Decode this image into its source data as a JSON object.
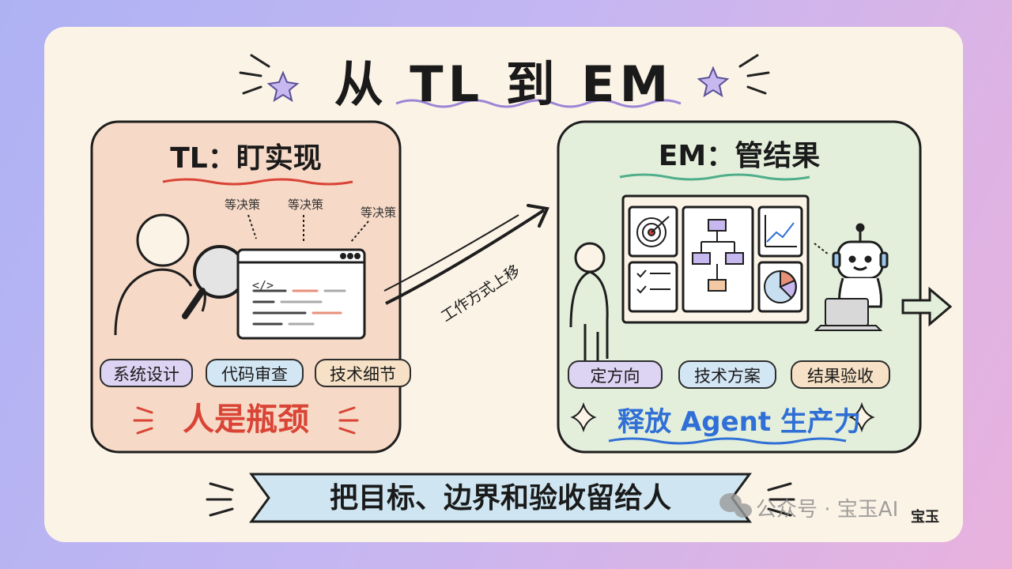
{
  "title": "从 TL 到 EM",
  "left_panel": {
    "title": "TL：盯实现",
    "annotations": [
      "等决策",
      "等决策",
      "等决策"
    ],
    "code_symbol": "</>",
    "tags": [
      "系统设计",
      "代码审查",
      "技术细节"
    ],
    "footer": "人是瓶颈",
    "colors": {
      "panel": "#f6d9c6",
      "footer": "#d94436"
    }
  },
  "transition": {
    "label": "工作方式上移"
  },
  "right_panel": {
    "title": "EM：管结果",
    "tags": [
      "定方向",
      "技术方案",
      "结果验收"
    ],
    "footer": "释放 Agent 生产力",
    "colors": {
      "panel": "#e3efdb",
      "footer": "#2f6fd6"
    }
  },
  "banner": {
    "text": "把目标、边界和验收留给人",
    "color": "#cfe6f2"
  },
  "watermark": {
    "text": "公众号 · 宝玉AI",
    "signature": "宝玉"
  }
}
